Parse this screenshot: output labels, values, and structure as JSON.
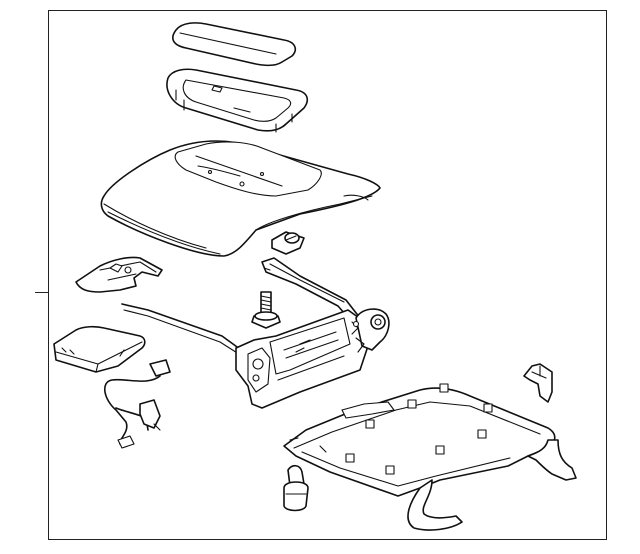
{
  "diagram": {
    "type": "exploded-parts-view",
    "stroke_color": "#111111",
    "background_color": "#ffffff",
    "parts": [
      {
        "id": "lid-pad"
      },
      {
        "id": "lid-bezel"
      },
      {
        "id": "console-lid"
      },
      {
        "id": "latch-bracket"
      },
      {
        "id": "retaining-nut"
      },
      {
        "id": "hinge-support-strip"
      },
      {
        "id": "hinge-assembly"
      },
      {
        "id": "mounting-bolt"
      },
      {
        "id": "control-module"
      },
      {
        "id": "wiring-harness"
      },
      {
        "id": "console-base"
      },
      {
        "id": "latch-clip"
      },
      {
        "id": "bumper-stop"
      }
    ]
  }
}
